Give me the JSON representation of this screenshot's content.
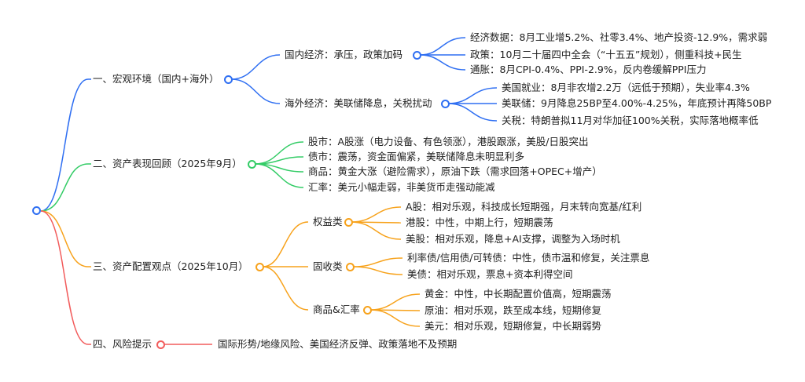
{
  "colors": {
    "macro": "#2f6ff2",
    "review": "#33cc66",
    "allocation": "#f7a21b",
    "risk": "#f25c5c"
  },
  "root": {
    "icon": "root-node-circle"
  },
  "macro": {
    "label": "一、宏观环境（国内+海外）",
    "domestic": {
      "label": "国内经济：承压，政策加码",
      "items": [
        "经济数据：8月工业增5.2%、社零3.4%、地产投资-12.9%，需求弱",
        "政策：10月二十届四中全会（“十五五”规划），侧重科技+民生",
        "通胀：8月CPI-0.4%、PPI-2.9%，反内卷缓解PPI压力"
      ]
    },
    "overseas": {
      "label": "海外经济：美联储降息，关税扰动",
      "items": [
        "美国就业：8月非农增2.2万（远低于预期），失业率4.3%",
        "美联储：9月降息25BP至4.00%-4.25%，年底预计再降50BP",
        "关税：特朗普拟11月对华加征100%关税，实际落地概率低"
      ]
    }
  },
  "review": {
    "label": "二、资产表现回顾（2025年9月）",
    "items": [
      "股市：A股涨（电力设备、有色领涨），港股跟涨，美股/日股突出",
      "债市：震荡，资金面偏紧，美联储降息未明显利多",
      "商品：黄金大涨（避险需求），原油下跌（需求回落+OPEC+增产）",
      "汇率：美元小幅走弱，非美货币走强动能减"
    ]
  },
  "allocation": {
    "label": "三、资产配置观点（2025年10月）",
    "equity": {
      "label": "权益类",
      "items": [
        "A股：相对乐观，科技成长短期强，月末转向宽基/红利",
        "港股：中性，中期上行，短期震荡",
        "美股：相对乐观，降息+AI支撑，调整为入场时机"
      ]
    },
    "fixed": {
      "label": "固收类",
      "items": [
        "利率债/信用债/可转债：中性，债市温和修复，关注票息",
        "美债：相对乐观，票息+资本利得空间"
      ]
    },
    "commodity": {
      "label": "商品&汇率",
      "items": [
        "黄金：中性，中长期配置价值高，短期震荡",
        "原油：相对乐观，跌至成本线，短期修复",
        "美元：相对乐观，短期修复，中长期弱势"
      ]
    }
  },
  "risk": {
    "label": "四、风险提示",
    "detail": "国际形势/地缘风险、美国经济反弹、政策落地不及预期"
  }
}
